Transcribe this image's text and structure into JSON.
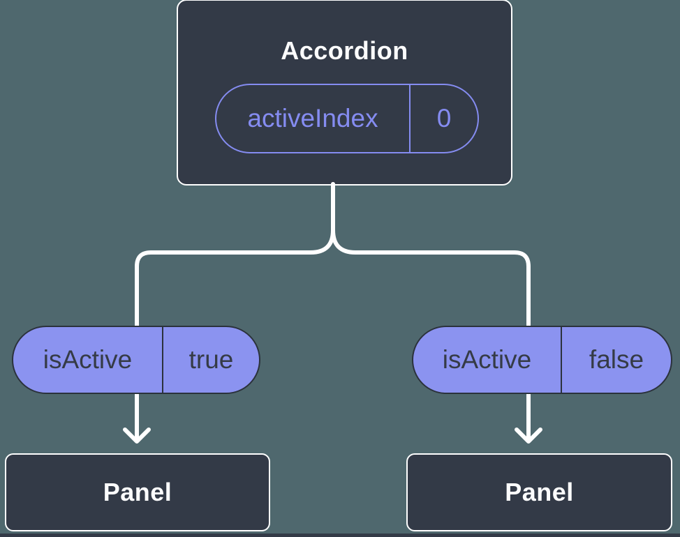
{
  "colors": {
    "canvas-bg": "#4F686E",
    "node-bg": "#333A47",
    "node-border": "#FFFFFF",
    "node-text": "#FCFCFD",
    "accent": "#858CF1",
    "pill-bg": "#8B93F0",
    "pill-text": "#353B46",
    "pill-border": "#2B323C",
    "connector": "#FFFFFF"
  },
  "diagram": {
    "root": {
      "title": "Accordion",
      "state": {
        "key": "activeIndex",
        "value": "0"
      }
    },
    "children": [
      {
        "prop": {
          "key": "isActive",
          "value": "true"
        },
        "title": "Panel"
      },
      {
        "prop": {
          "key": "isActive",
          "value": "false"
        },
        "title": "Panel"
      }
    ]
  }
}
